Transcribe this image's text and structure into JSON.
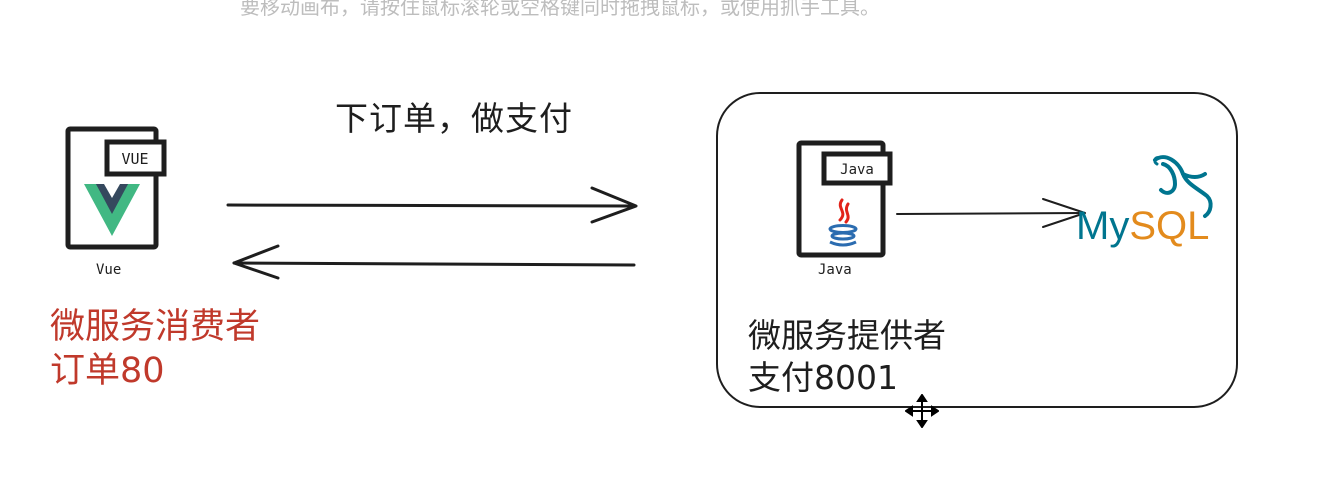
{
  "hint_text": "要移动画布，请按住鼠标滚轮或空格键同时拖拽鼠标，或使用抓手工具。",
  "flow_label": "下订单，做支付",
  "consumer": {
    "icon_badge": "VUE",
    "icon_caption": "Vue",
    "title": "微服务消费者",
    "subtitle": "订单80"
  },
  "provider": {
    "icon_badge": "Java",
    "icon_caption": "Java",
    "title": "微服务提供者",
    "subtitle": "支付8001"
  },
  "database": {
    "logo_part1": "My",
    "logo_part2": "SQL"
  },
  "colors": {
    "consumer_text": "#c0392b",
    "vue_green": "#41b883",
    "vue_dark": "#35495e",
    "java_red": "#e2231a",
    "java_blue": "#2b6cb0",
    "mysql_blue": "#00758f",
    "mysql_orange": "#e38b1d"
  },
  "icons": [
    "vue-icon",
    "java-icon",
    "mysql-dolphin-icon",
    "move-cursor-icon"
  ]
}
